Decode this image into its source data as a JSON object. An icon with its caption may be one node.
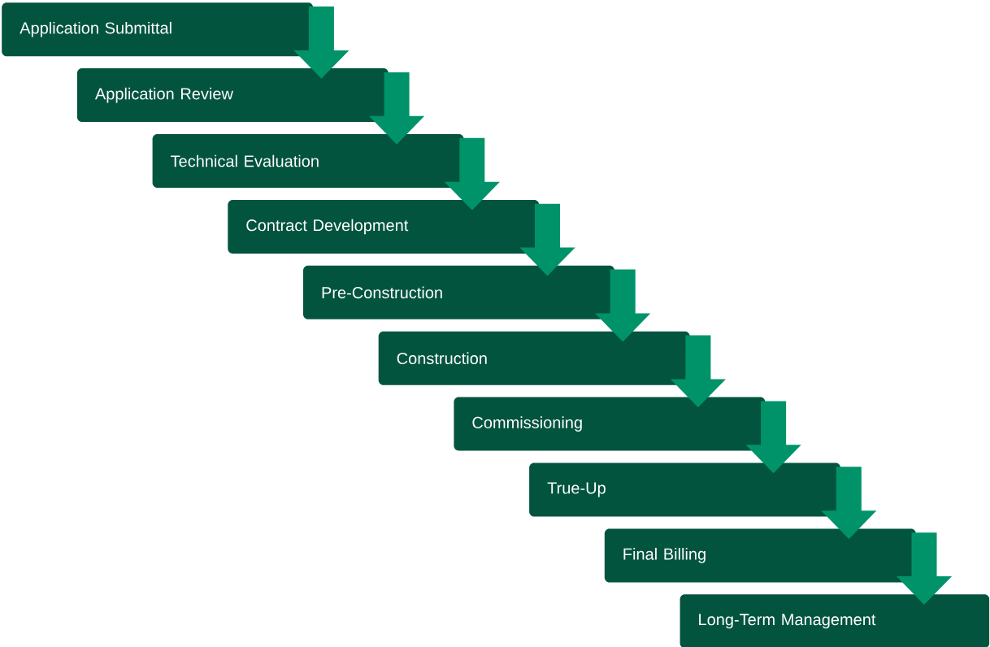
{
  "diagram": {
    "nodes": [
      {
        "text": [
          "Application Submittal"
        ]
      },
      {
        "text": [
          "Application Review"
        ]
      },
      {
        "text": [
          "Technical Evaluation"
        ]
      },
      {
        "text": [
          "Contract Development"
        ]
      },
      {
        "text": [
          "Pre-Construction"
        ]
      },
      {
        "text": [
          "Construction"
        ]
      },
      {
        "text": [
          "Commissioning"
        ]
      },
      {
        "text": [
          "True-Up"
        ]
      },
      {
        "text": [
          "Final Billing"
        ]
      },
      {
        "text": [
          "Long-Term Management"
        ]
      }
    ],
    "edges": [
      {
        "from": 0,
        "to": 1,
        "arrow": "to"
      },
      {
        "from": 1,
        "to": 2,
        "arrow": "to"
      },
      {
        "from": 2,
        "to": 3,
        "arrow": "to"
      },
      {
        "from": 3,
        "to": 4,
        "arrow": "to"
      },
      {
        "from": 4,
        "to": 5,
        "arrow": "to"
      },
      {
        "from": 5,
        "to": 6,
        "arrow": "to"
      },
      {
        "from": 6,
        "to": 7,
        "arrow": "to"
      },
      {
        "from": 7,
        "to": 8,
        "arrow": "to"
      },
      {
        "from": 8,
        "to": 9,
        "arrow": "to"
      }
    ]
  }
}
